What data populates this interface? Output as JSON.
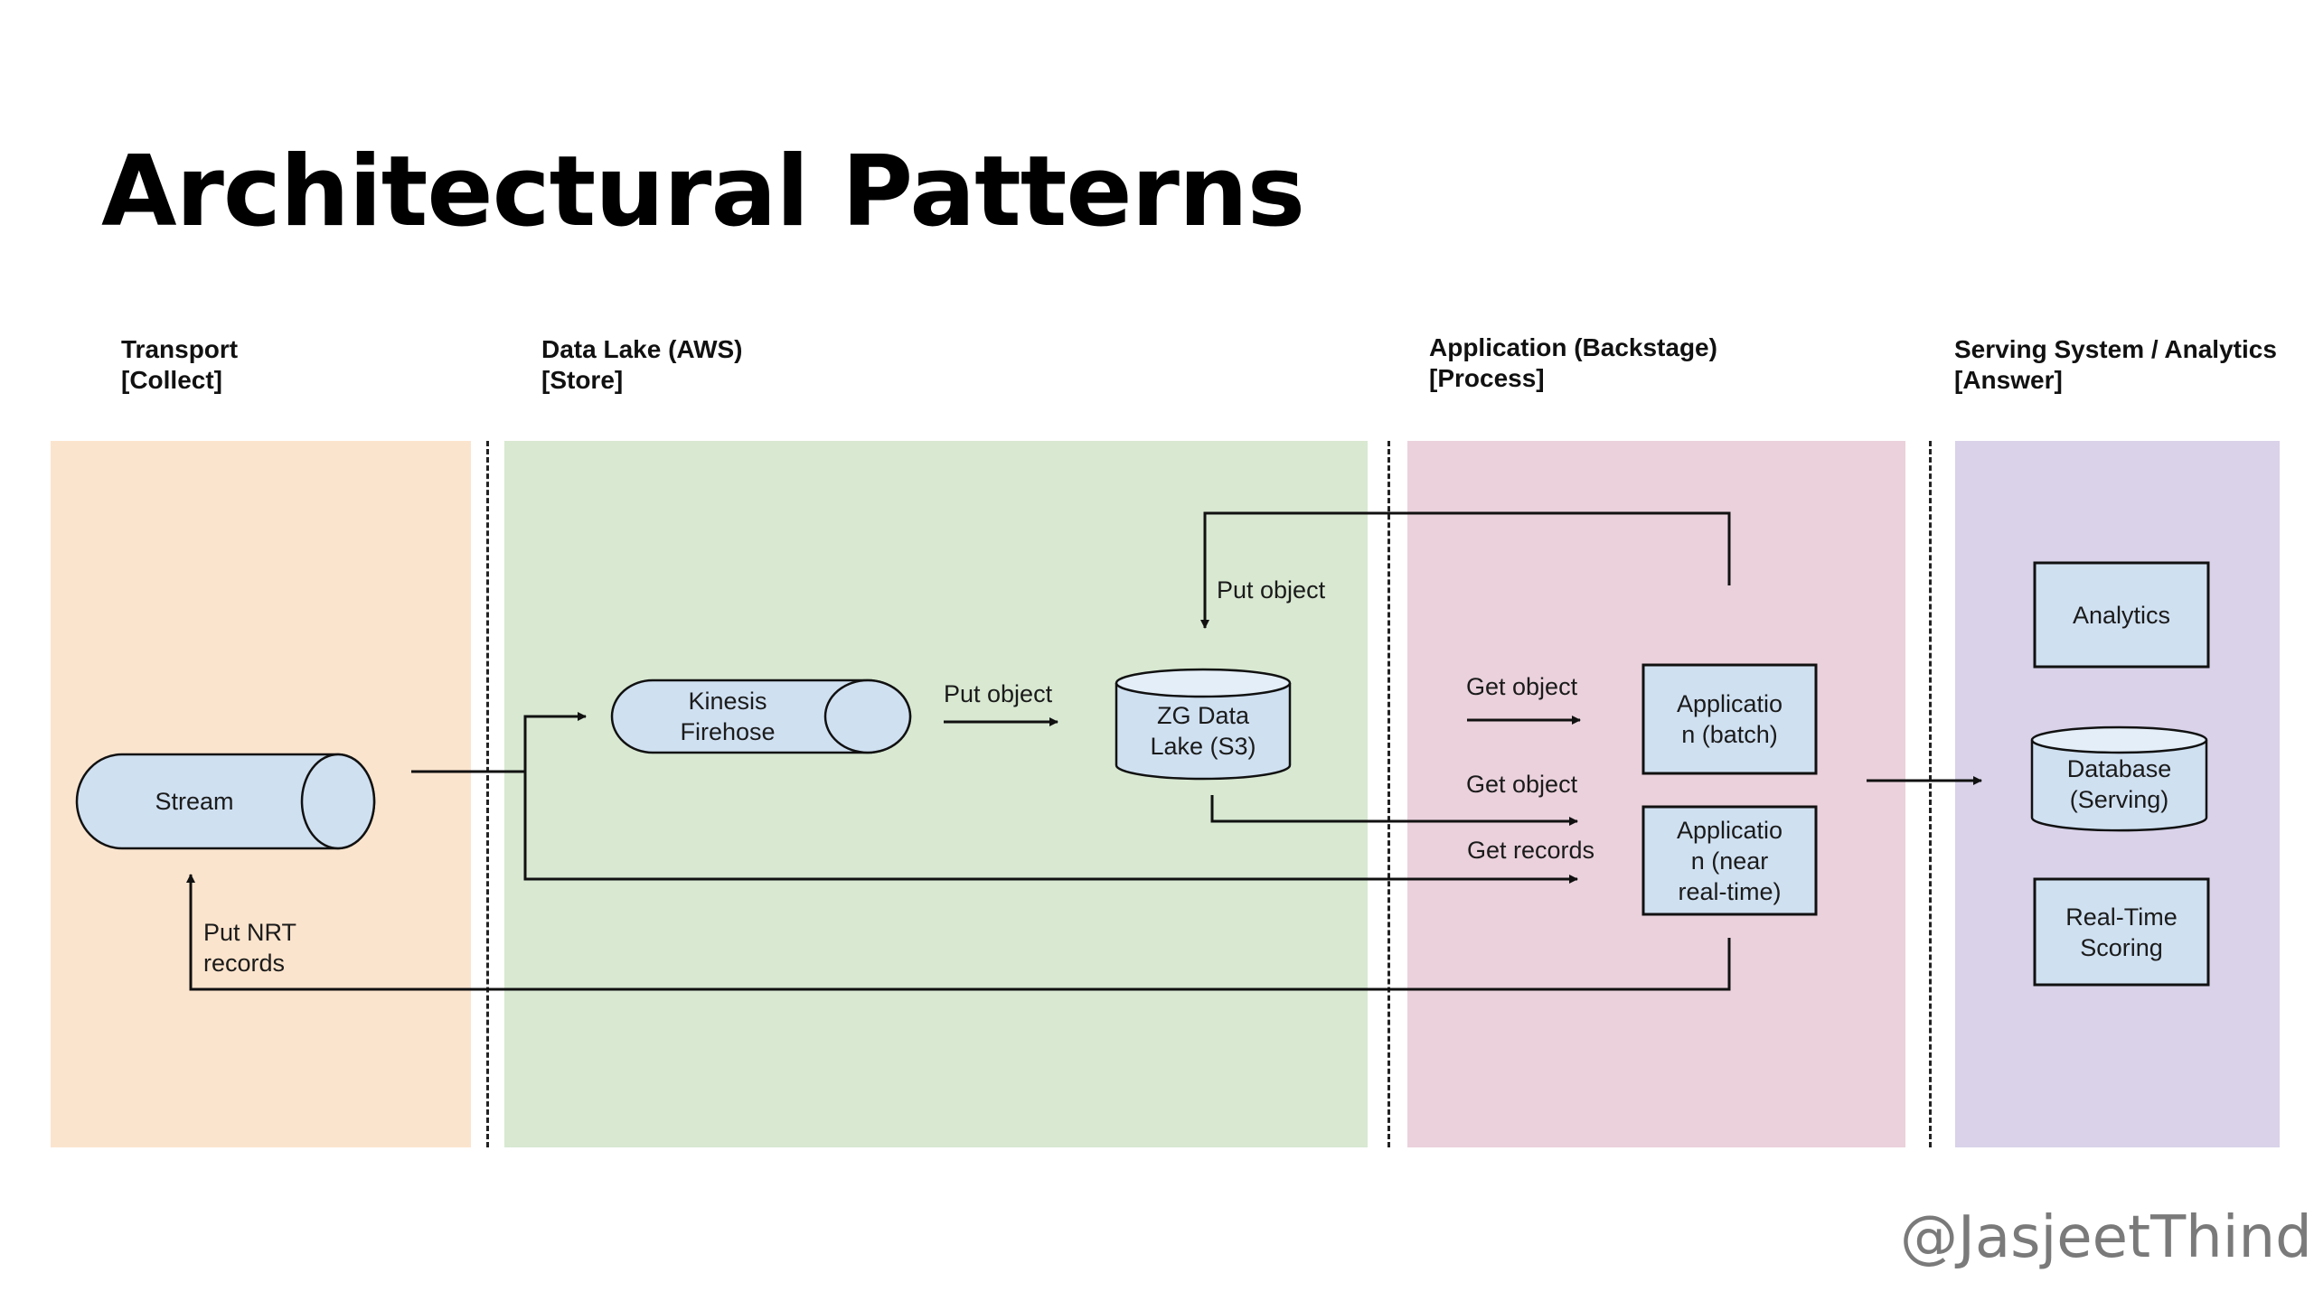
{
  "title": "Architectural Patterns",
  "colors": {
    "transport_panel": "#fbe4cd",
    "datalake_panel": "#d8e8d1",
    "application_panel": "#ead1dc",
    "serving_panel": "#d9d2e9",
    "node_fill": "#cfe0f1",
    "stroke": "#111111"
  },
  "columns": [
    {
      "name": "Transport",
      "role": "[Collect]"
    },
    {
      "name": "Data Lake (AWS)",
      "role": "[Store]"
    },
    {
      "name": "Application (Backstage)",
      "role": "[Process]"
    },
    {
      "name": "Serving System / Analytics",
      "role": "[Answer]"
    }
  ],
  "nodes": {
    "stream": {
      "label": "Stream",
      "shape": "queue"
    },
    "firehose": {
      "line1": "Kinesis",
      "line2": "Firehose",
      "shape": "queue"
    },
    "s3": {
      "line1": "ZG Data",
      "line2": "Lake (S3)",
      "shape": "cylinder"
    },
    "app_batch": {
      "line1": "Applicatio",
      "line2": "n (batch)",
      "shape": "box"
    },
    "app_nrt": {
      "line1": "Applicatio",
      "line2": "n (near",
      "line3": "real-time)",
      "shape": "box"
    },
    "analytics": {
      "label": "Analytics",
      "shape": "box"
    },
    "database": {
      "line1": "Database",
      "line2": "(Serving)",
      "shape": "cylinder"
    },
    "scoring": {
      "line1": "Real-Time",
      "line2": "Scoring",
      "shape": "box"
    }
  },
  "edges": {
    "firehose_to_s3": "Put object",
    "batch_to_s3": "Put object",
    "s3_to_batch": "Get object",
    "s3_to_nrt": "Get object",
    "stream_to_nrt": "Get records",
    "nrt_to_stream_line1": "Put NRT",
    "nrt_to_stream_line2": "records"
  },
  "watermark": "@JasjeetThind"
}
